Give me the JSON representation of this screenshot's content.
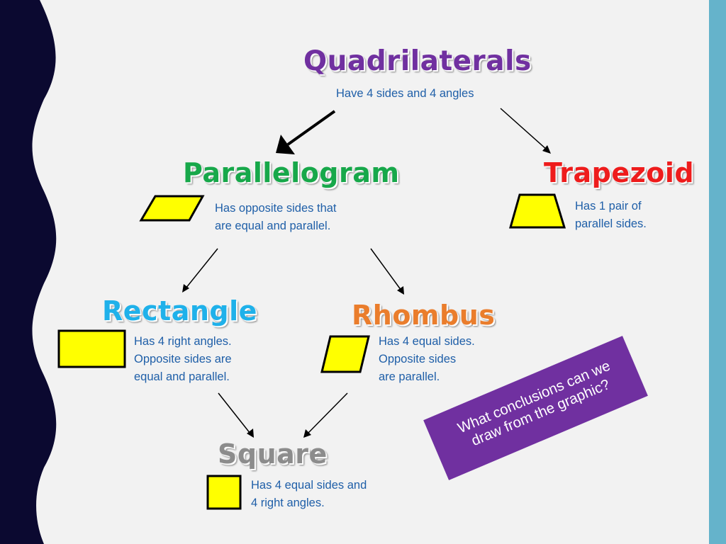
{
  "colors": {
    "background": "#f2f2f2",
    "left_band": "#0b0930",
    "right_band": "#65b3cb",
    "shape_fill": "#ffff00",
    "description_text": "#1f5fa8",
    "callout_fill": "#7030a0"
  },
  "nodes": {
    "quadrilaterals": {
      "title": "Quadrilaterals",
      "color": "#7030a0",
      "description": [
        "Have 4 sides and 4 angles"
      ]
    },
    "parallelogram": {
      "title": "Parallelogram",
      "color": "#17a84a",
      "description": [
        "Has opposite sides that",
        "are equal and parallel."
      ]
    },
    "trapezoid": {
      "title": "Trapezoid",
      "color": "#ee1c1c",
      "description": [
        "Has 1 pair of",
        "parallel sides."
      ]
    },
    "rectangle": {
      "title": "Rectangle",
      "color": "#1fb1ea",
      "description": [
        "Has 4 right angles.",
        "Opposite sides are",
        "equal and parallel."
      ]
    },
    "rhombus": {
      "title": "Rhombus",
      "color": "#ea7d2c",
      "description": [
        "Has 4 equal sides.",
        "Opposite sides",
        "are parallel."
      ]
    },
    "square": {
      "title": "Square",
      "color": "#8c8c8c",
      "description": [
        "Has 4 equal sides and",
        "4 right angles."
      ]
    }
  },
  "edges": [
    [
      "quadrilaterals",
      "parallelogram"
    ],
    [
      "quadrilaterals",
      "trapezoid"
    ],
    [
      "parallelogram",
      "rectangle"
    ],
    [
      "parallelogram",
      "rhombus"
    ],
    [
      "rectangle",
      "square"
    ],
    [
      "rhombus",
      "square"
    ]
  ],
  "callout": {
    "lines": [
      "What conclusions can we",
      "draw from the graphic?"
    ]
  }
}
